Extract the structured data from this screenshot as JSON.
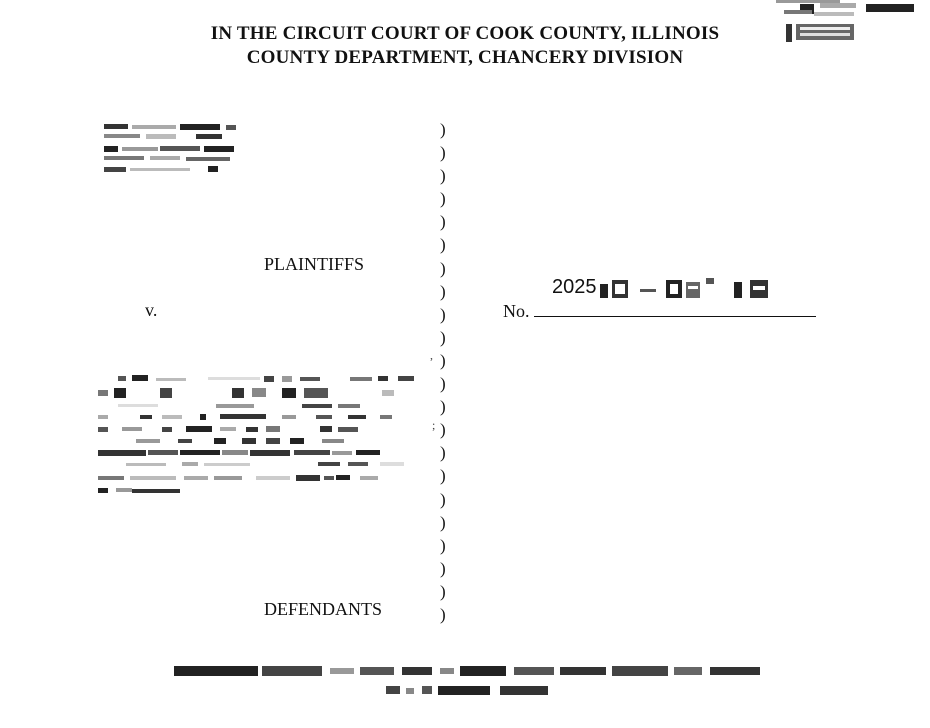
{
  "heading": {
    "line1": "IN THE CIRCUIT COURT OF COOK COUNTY, ILLINOIS",
    "line2": "COUNTY DEPARTMENT, CHANCERY DIVISION"
  },
  "caption": {
    "plaintiffs_label": "PLAINTIFFS",
    "versus": "v.",
    "defendants_label": "DEFENDANTS",
    "paren_char": ")",
    "paren_count": 22
  },
  "case_number": {
    "prefix": "No.",
    "stamped_year": "2025"
  },
  "stray_marks": {
    "comma": ",",
    "semicolon": ";"
  }
}
